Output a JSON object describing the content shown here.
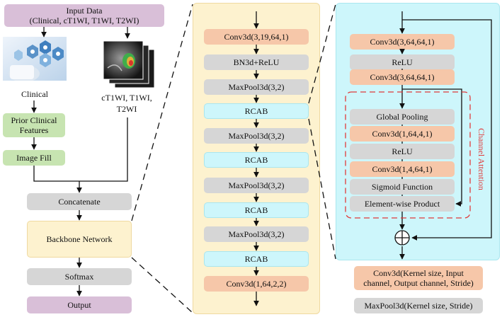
{
  "left": {
    "input_title": "Input Data",
    "input_subtitle": "(Clinical, cT1WI, T1WI, T2WI)",
    "clinical_label": "Clinical",
    "mri_label_line1": "cT1WI, T1WI,",
    "mri_label_line2": "T2WI",
    "prior_line1": "Prior Clinical",
    "prior_line2": "Features",
    "image_fill": "Image Fill",
    "concatenate": "Concatenate",
    "backbone": "Backbone Network",
    "softmax": "Softmax",
    "output": "Output"
  },
  "middle": {
    "layers": [
      "Conv3d(3,19,64,1)",
      "BN3d+ReLU",
      "MaxPool3d(3,2)",
      "RCAB",
      "MaxPool3d(3,2)",
      "RCAB",
      "MaxPool3d(3,2)",
      "RCAB",
      "MaxPool3d(3,2)",
      "RCAB",
      "Conv3d(1,64,2,2)"
    ]
  },
  "right": {
    "conv_a": "Conv3d(3,64,64,1)",
    "relu_a": "ReLU",
    "conv_b": "Conv3d(3,64,64,1)",
    "global_pooling": "Global Pooling",
    "conv_c": "Conv3d(1,64,4,1)",
    "relu_b": "ReLU",
    "conv_d": "Conv3d(1,4,64,1)",
    "sigmoid": "Sigmoid Function",
    "elementwise": "Element-wise Product",
    "channel_attention": "Channel Attention",
    "sum_symbol": "⊕"
  },
  "legend": {
    "conv_line1": "Conv3d(Kernel size, Input",
    "conv_line2": "channel, Output channel, Stride)",
    "maxpool": "MaxPool3d(Kernel size, Stride)"
  },
  "colors": {
    "purple": "#d9bfd8",
    "green": "#c7e4b1",
    "gray": "#d6d6d6",
    "orange": "#f6c7a9",
    "cyan": "#cdf6fb",
    "cream": "#fdf2cf",
    "attention_red": "#e03a3a"
  }
}
